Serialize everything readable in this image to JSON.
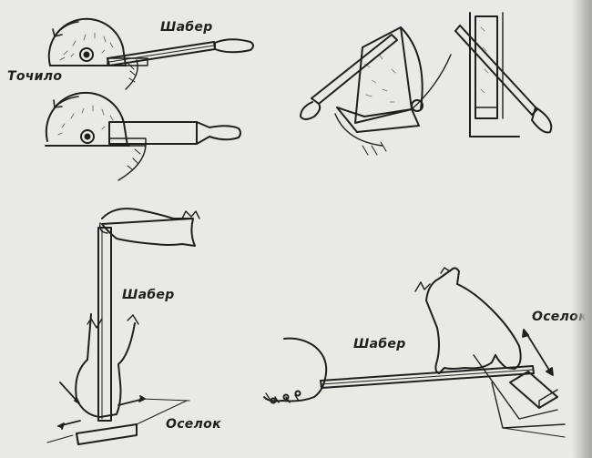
{
  "labels": {
    "grinder": "Точило",
    "scraper_top": "Шабер",
    "scraper_left": "Шабер",
    "scraper_right": "Шабер",
    "whetstone_left": "Оселок",
    "whetstone_right": "Оселок"
  },
  "colors": {
    "ink": "#1f1f1f",
    "paper": "#e9e9e6"
  }
}
